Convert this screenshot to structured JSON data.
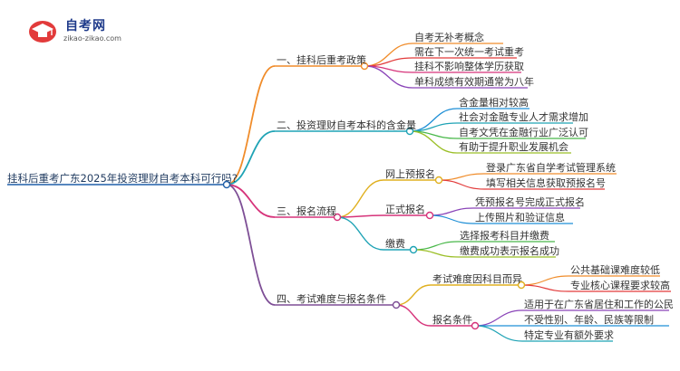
{
  "logo": {
    "title": "自考网",
    "url": "zikao-zikao.com"
  },
  "root": "挂科后重考广东2025年投资理财自考本科可行吗?",
  "branches": [
    {
      "label": "一、挂科后重考政策",
      "color": "#f08c2a",
      "children": [
        "自考无补考概念",
        "需在下一次统一考试重考",
        "挂科不影响整体学历获取",
        "单科成绩有效期通常为八年"
      ]
    },
    {
      "label": "二、投资理财自考本科的含金量",
      "color": "#1fa3b5",
      "children": [
        "含金量相对较高",
        "社会对金融专业人才需求增加",
        "自考文凭在金融行业广泛认可",
        "有助于提升职业发展机会"
      ]
    },
    {
      "label": "三、报名流程",
      "color": "#d6337a",
      "groups": [
        {
          "label": "网上预报名",
          "children": [
            "登录广东省自学考试管理系统",
            "填写相关信息获取预报名号"
          ]
        },
        {
          "label": "正式报名",
          "children": [
            "凭预报名号完成正式报名",
            "上传照片和验证信息"
          ]
        },
        {
          "label": "缴费",
          "children": [
            "选择报考科目并缴费",
            "缴费成功表示报名成功"
          ]
        }
      ]
    },
    {
      "label": "四、考试难度与报名条件",
      "color": "#7e4f96",
      "groups": [
        {
          "label": "考试难度因科目而异",
          "children": [
            "公共基础课难度较低",
            "专业核心课程要求较高"
          ]
        },
        {
          "label": "报名条件",
          "children": [
            "适用于在广东省居住和工作的公民",
            "不受性别、年龄、民族等限制",
            "特定专业有额外要求"
          ]
        }
      ]
    }
  ],
  "colors": {
    "leaf": [
      "#f08c2a",
      "#e23b3b",
      "#d6337a",
      "#8a44b8",
      "#1f8fd6",
      "#1fa3b5",
      "#49b84a",
      "#9bbf27",
      "#e0b020"
    ],
    "root_line": "#1f5fa8"
  }
}
